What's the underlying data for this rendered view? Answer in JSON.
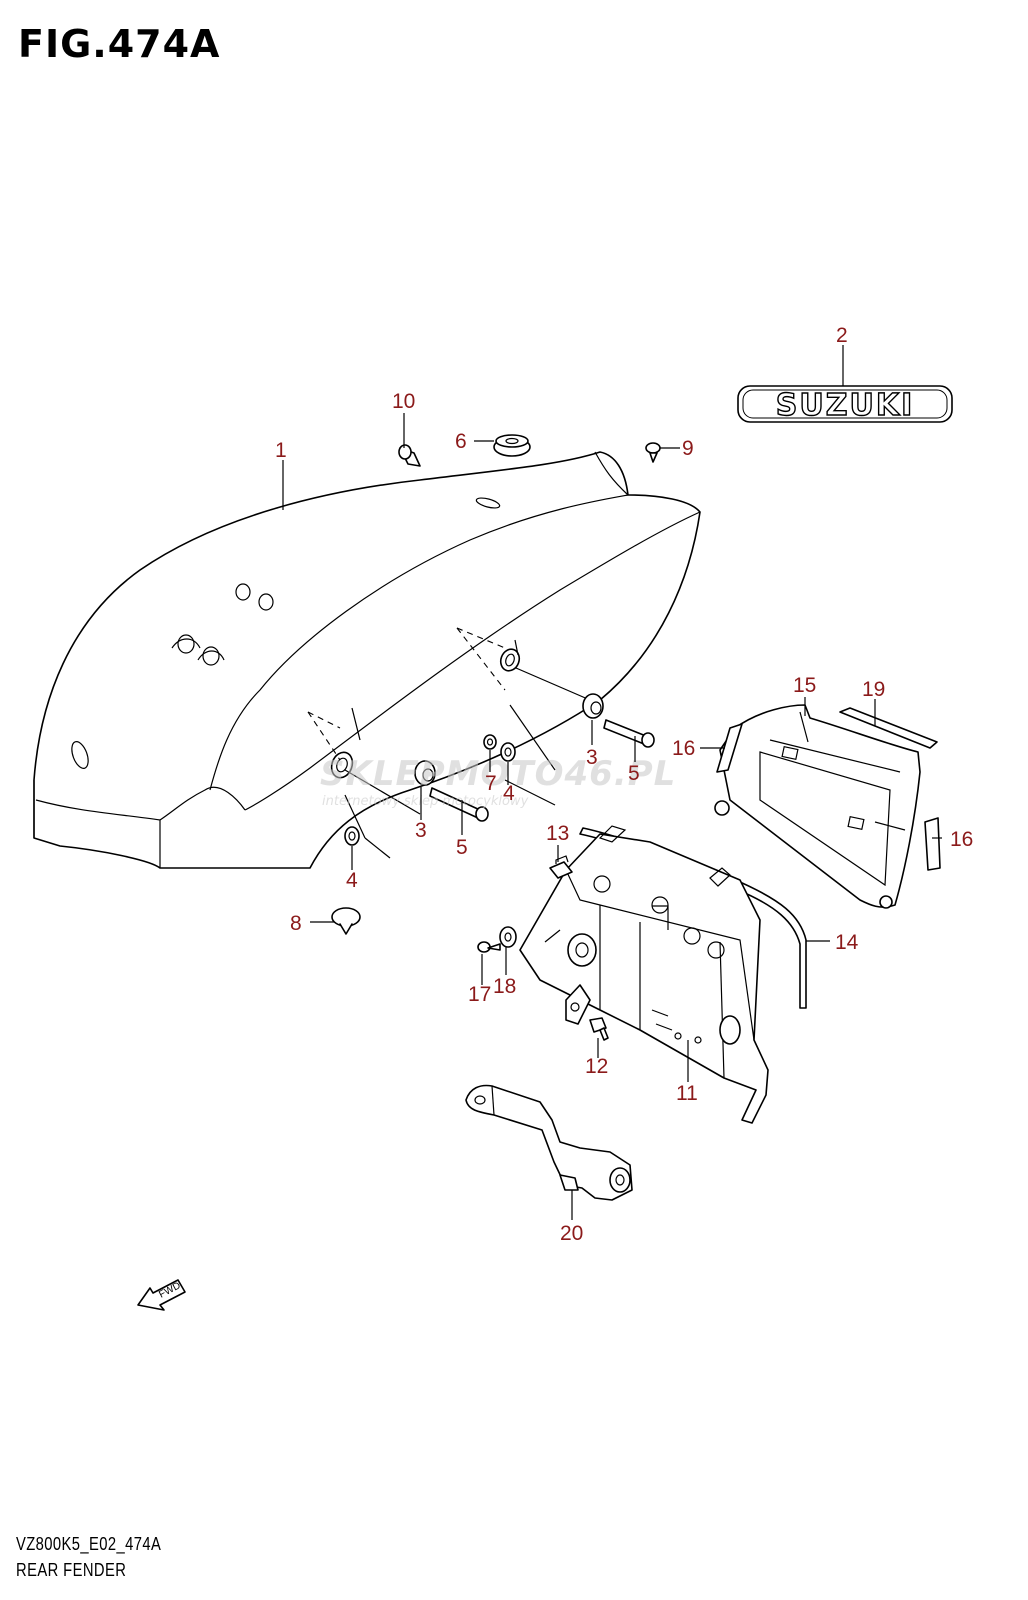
{
  "figure": {
    "title": "FIG.474A",
    "code": "VZ800K5_E02_474A",
    "caption": "REAR FENDER"
  },
  "logo": {
    "text": "SUZUKI"
  },
  "watermark": {
    "main": "SKLEPMOTO46.PL",
    "sub": "internetowy sklep motocyklowy"
  },
  "fwd_label": "FWD",
  "callouts": [
    {
      "id": "c1",
      "label": "1"
    },
    {
      "id": "c2",
      "label": "2"
    },
    {
      "id": "c3a",
      "label": "3"
    },
    {
      "id": "c3b",
      "label": "3"
    },
    {
      "id": "c4a",
      "label": "4"
    },
    {
      "id": "c4b",
      "label": "4"
    },
    {
      "id": "c5a",
      "label": "5"
    },
    {
      "id": "c5b",
      "label": "5"
    },
    {
      "id": "c6",
      "label": "6"
    },
    {
      "id": "c7",
      "label": "7"
    },
    {
      "id": "c8",
      "label": "8"
    },
    {
      "id": "c9",
      "label": "9"
    },
    {
      "id": "c10",
      "label": "10"
    },
    {
      "id": "c11",
      "label": "11"
    },
    {
      "id": "c12",
      "label": "12"
    },
    {
      "id": "c13",
      "label": "13"
    },
    {
      "id": "c14",
      "label": "14"
    },
    {
      "id": "c15",
      "label": "15"
    },
    {
      "id": "c16a",
      "label": "16"
    },
    {
      "id": "c16b",
      "label": "16"
    },
    {
      "id": "c17",
      "label": "17"
    },
    {
      "id": "c18",
      "label": "18"
    },
    {
      "id": "c19",
      "label": "19"
    },
    {
      "id": "c20",
      "label": "20"
    }
  ],
  "colors": {
    "callout": "#8b1a1a",
    "watermark_grey": "#c8c8c8",
    "watermark_red": "#e07070"
  }
}
